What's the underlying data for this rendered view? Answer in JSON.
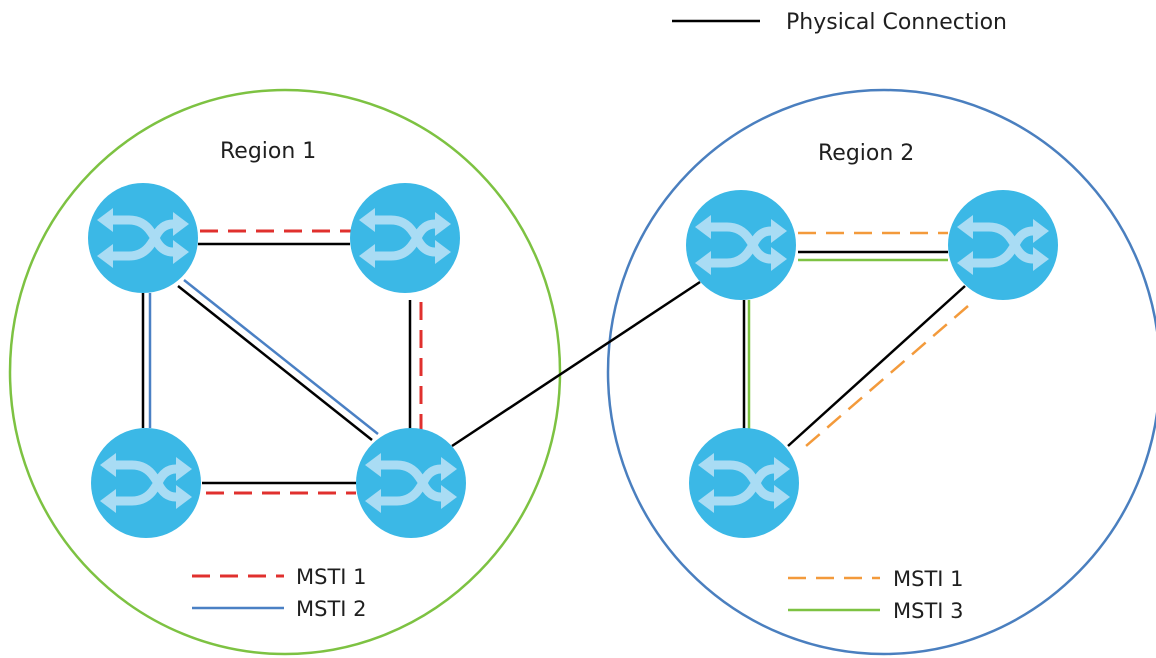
{
  "legend_physical": {
    "label": "Physical Connection",
    "color": "#000000"
  },
  "region1": {
    "title": "Region 1",
    "border_color": "#7dc242",
    "legend": [
      {
        "label": "MSTI 1",
        "color": "#e0302e",
        "style": "dashed"
      },
      {
        "label": "MSTI 2",
        "color": "#4a80c4",
        "style": "solid"
      }
    ]
  },
  "region2": {
    "title": "Region 2",
    "border_color": "#4a7fbf",
    "legend": [
      {
        "label": "MSTI 1",
        "color": "#f39a3b",
        "style": "dashed"
      },
      {
        "label": "MSTI 3",
        "color": "#7dc242",
        "style": "solid"
      }
    ]
  },
  "switch": {
    "icon": "switch-icon",
    "fill_color": "#3bb8e6",
    "arrow_color": "#a9dcf4"
  }
}
